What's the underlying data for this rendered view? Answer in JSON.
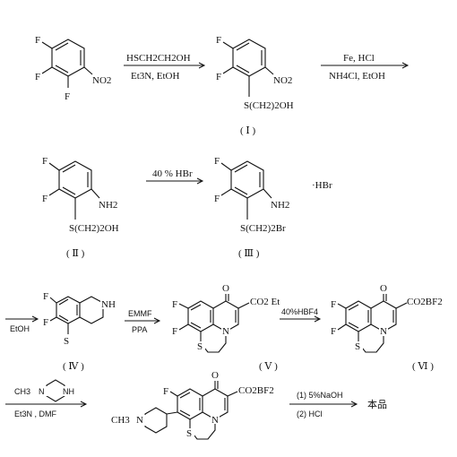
{
  "row1": {
    "sm_atoms": [
      "F",
      "F",
      "F",
      "NO2"
    ],
    "arrow1": {
      "above": "HSCH2CH2OH",
      "below": "Et3N, EtOH"
    },
    "cpd1": {
      "atoms": [
        "F",
        "F",
        "NO2",
        "S(CH2)2OH"
      ],
      "label": "( Ⅰ )"
    },
    "arrow2": {
      "above": "Fe, HCl",
      "below": "NH4Cl, EtOH"
    }
  },
  "row2": {
    "cpd2": {
      "atoms": [
        "F",
        "F",
        "NH2",
        "S(CH2)2OH"
      ],
      "label": "( Ⅱ )"
    },
    "arrow3": {
      "above": "40 % HBr",
      "below": ""
    },
    "cpd3": {
      "atoms": [
        "F",
        "F",
        "NH2",
        "S(CH2)2Br"
      ],
      "label": "( Ⅲ )",
      "salt": "·HBr"
    }
  },
  "row3": {
    "arrow4": {
      "above": "",
      "below": "EtOH"
    },
    "cpd4": {
      "atoms": [
        "F",
        "F",
        "NH",
        "S"
      ],
      "label": "( Ⅳ )"
    },
    "arrow5": {
      "above": "EMMF",
      "below": "PPA"
    },
    "cpd5": {
      "atoms": [
        "O",
        "CO2 Et",
        "F",
        "F",
        "N",
        "S"
      ],
      "label": "( Ⅴ )"
    },
    "arrow6": {
      "above": "40%HBF4",
      "below": ""
    },
    "cpd6": {
      "atoms": [
        "O",
        "CO2BF2",
        "F",
        "F",
        "N",
        "S"
      ],
      "label": "( Ⅵ )"
    }
  },
  "row4": {
    "reagent": {
      "methyl": "CH3",
      "n": "N",
      "nh": "NH"
    },
    "arrow7": {
      "above": "",
      "below": "Et3N , DMF"
    },
    "cpd7": {
      "atoms": [
        "O",
        "CO2BF2",
        "F",
        "N",
        "N",
        "CH3",
        "S"
      ]
    },
    "arrow8": {
      "above": "(1) 5%NaOH",
      "below": "(2) HCl"
    },
    "product": "本品"
  }
}
